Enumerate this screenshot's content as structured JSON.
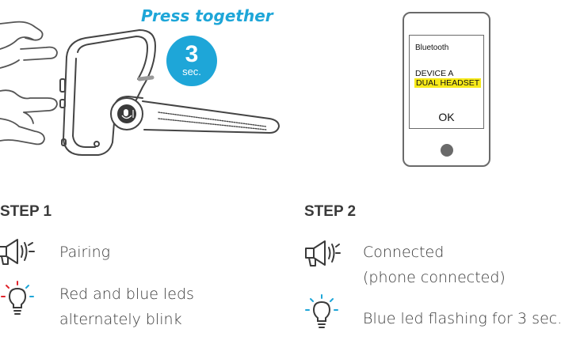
{
  "instruction": {
    "press_label": "Press together",
    "duration_value": "3",
    "duration_unit": "sec."
  },
  "phone": {
    "screen_title": "Bluetooth",
    "device_a": "DEVICE A",
    "device_selected": "DUAL HEADSET",
    "ok_label": "OK",
    "highlight_color": "#f7ea1a"
  },
  "step1": {
    "title": "STEP 1",
    "items": [
      {
        "icon": "speaker-icon",
        "line1": "Pairing"
      },
      {
        "icon": "led-red-blue-icon",
        "line1": "Red and blue leds",
        "line2": "alternately blink"
      }
    ]
  },
  "step2": {
    "title": "STEP 2",
    "items": [
      {
        "icon": "speaker-icon",
        "line1": "Connected",
        "line2": "(phone connected)"
      },
      {
        "icon": "led-blue-icon",
        "line1": "Blue led flashing for 3 sec."
      }
    ]
  },
  "colors": {
    "accent_blue": "#1ea6d8",
    "led_red": "#e0242b",
    "ink": "#3a3a3a"
  }
}
